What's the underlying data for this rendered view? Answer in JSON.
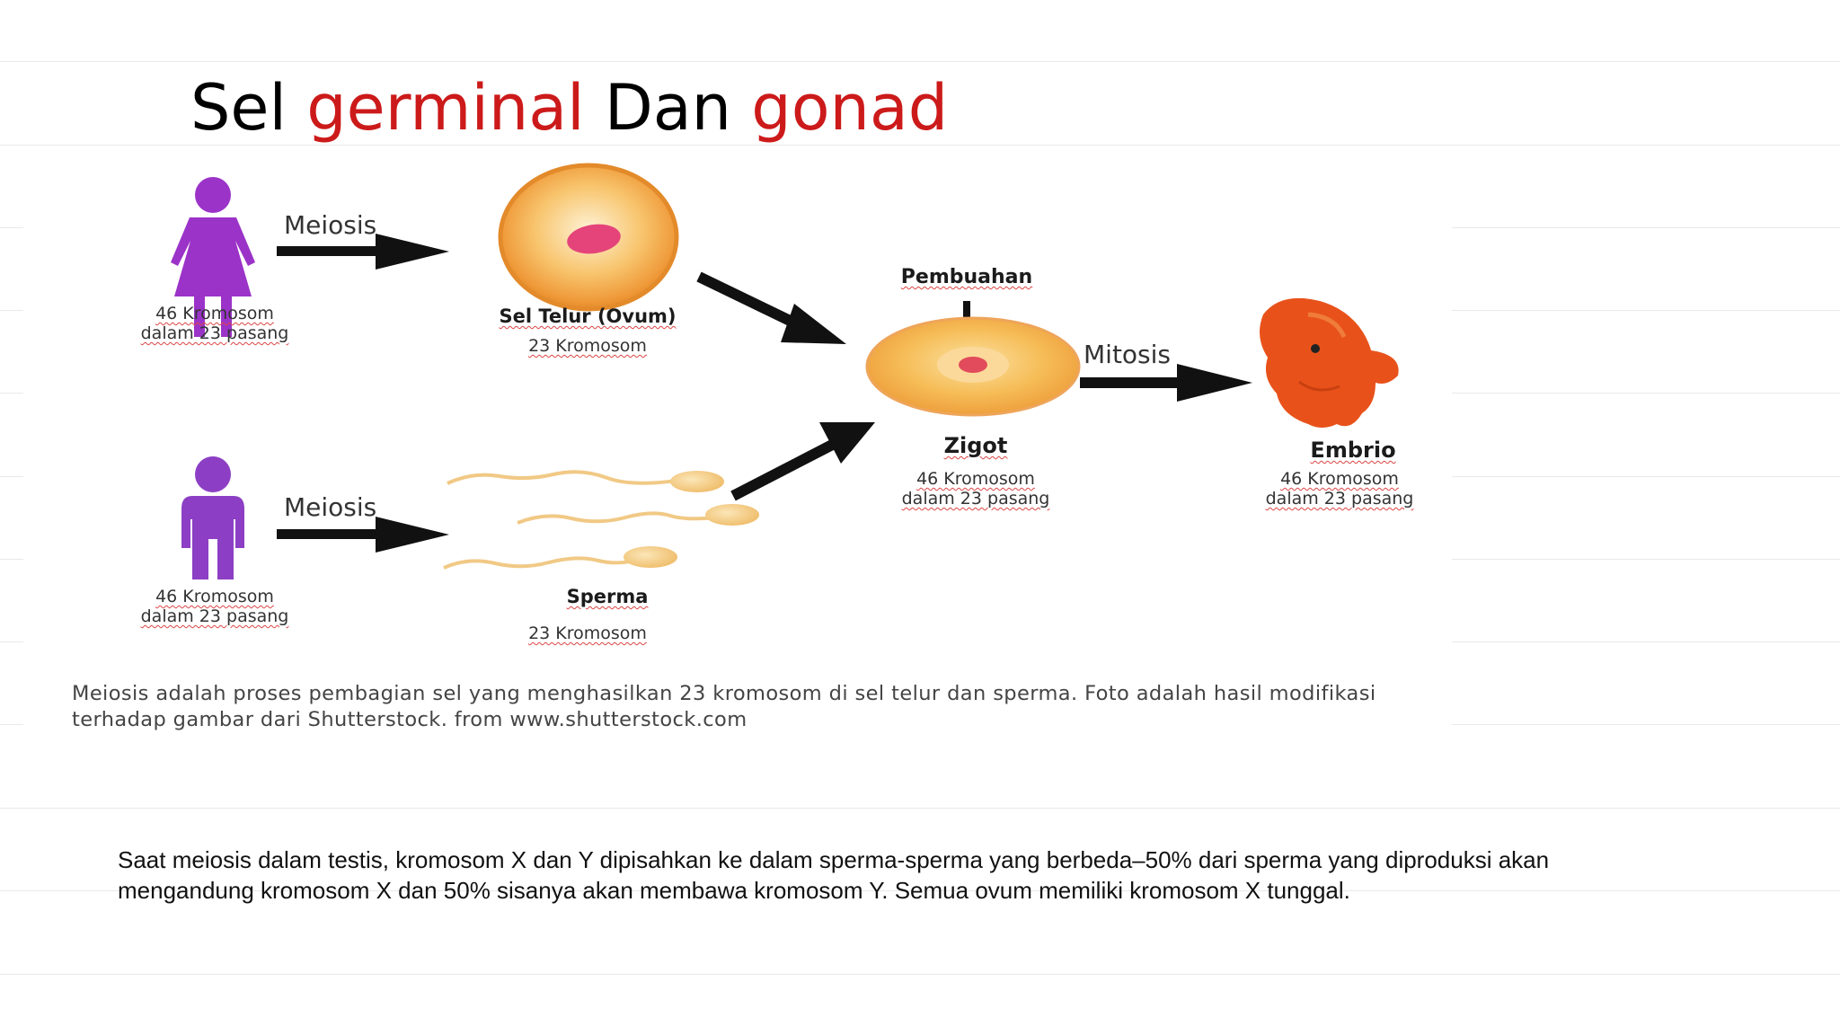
{
  "slide": {
    "title": {
      "part1": "Sel ",
      "part2": "germinal",
      "part3": " Dan ",
      "part4": "gonad"
    },
    "accent_color": "#cc1a1a",
    "body_text": "Saat meiosis dalam testis, kromosom X dan Y dipisahkan ke dalam sperma-sperma yang berbeda–50% dari sperma yang diproduksi akan mengandung kromosom X dan 50% sisanya akan membawa kromosom Y. Semua ovum memiliki kromosom X tunggal."
  },
  "diagram": {
    "female": {
      "icon": "female-person-icon",
      "line1": "46 Kromosom",
      "line2": "dalam 23 pasang"
    },
    "male": {
      "icon": "male-person-icon",
      "line1": "46 Kromosom",
      "line2": "dalam 23 pasang"
    },
    "meiosis_top": "Meiosis",
    "meiosis_bottom": "Meiosis",
    "ovum": {
      "icon": "egg-cell-icon",
      "title": "Sel Telur (Ovum)",
      "sub": "23 Kromosom"
    },
    "sperm": {
      "icon": "sperm-cells-icon",
      "title": "Sperma",
      "sub": "23 Kromosom"
    },
    "fertilization": "Pembuahan",
    "zygote": {
      "icon": "zygote-icon",
      "title": "Zigot",
      "line1": "46 Kromosom",
      "line2": "dalam 23 pasang"
    },
    "mitosis": "Mitosis",
    "embryo": {
      "icon": "embryo-icon",
      "title": "Embrio",
      "line1": "46 Kromosom",
      "line2": "dalam 23 pasang"
    },
    "caption": "Meiosis adalah proses pembagian sel yang menghasilkan 23 kromosom di sel telur dan sperma. Foto adalah hasil modifikasi terhadap gambar dari Shutterstock. from www.shutterstock.com",
    "colors": {
      "female": "#9b33c8",
      "male": "#8c3fc4",
      "egg": "#f2a84a",
      "nucleus": "#e4447a",
      "embryo": "#e8521a"
    }
  }
}
